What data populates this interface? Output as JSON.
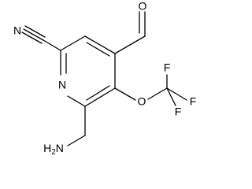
{
  "molecule": {
    "atoms": {
      "cyano_n": "N",
      "aldehyde_o": "O",
      "ring_n": "N",
      "ether_o": "O",
      "fluorine_1": "F",
      "fluorine_2": "F",
      "fluorine_3": "F",
      "amine": "H2N"
    }
  }
}
